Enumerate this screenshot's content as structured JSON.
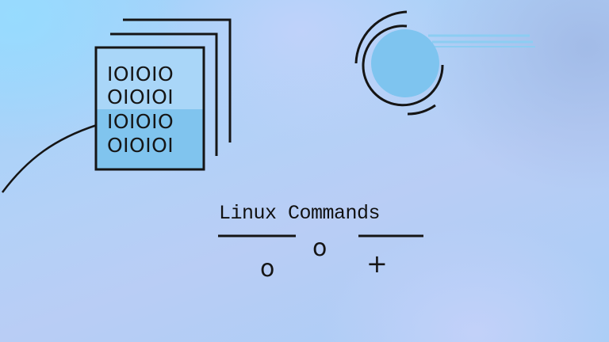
{
  "title": "Linux Commands",
  "binary_document": {
    "lines": [
      "IOIOIO",
      "OIOIOI",
      "IOIOIO",
      "OIOIOI"
    ]
  },
  "symbols": {
    "circle_left": "o",
    "circle_middle": "o",
    "plus": "+"
  },
  "colors": {
    "background_light": "#b9cdf5",
    "background_cyan": "#9fd3fb",
    "accent_blue": "#7ec4ef",
    "stroke": "#151515"
  }
}
